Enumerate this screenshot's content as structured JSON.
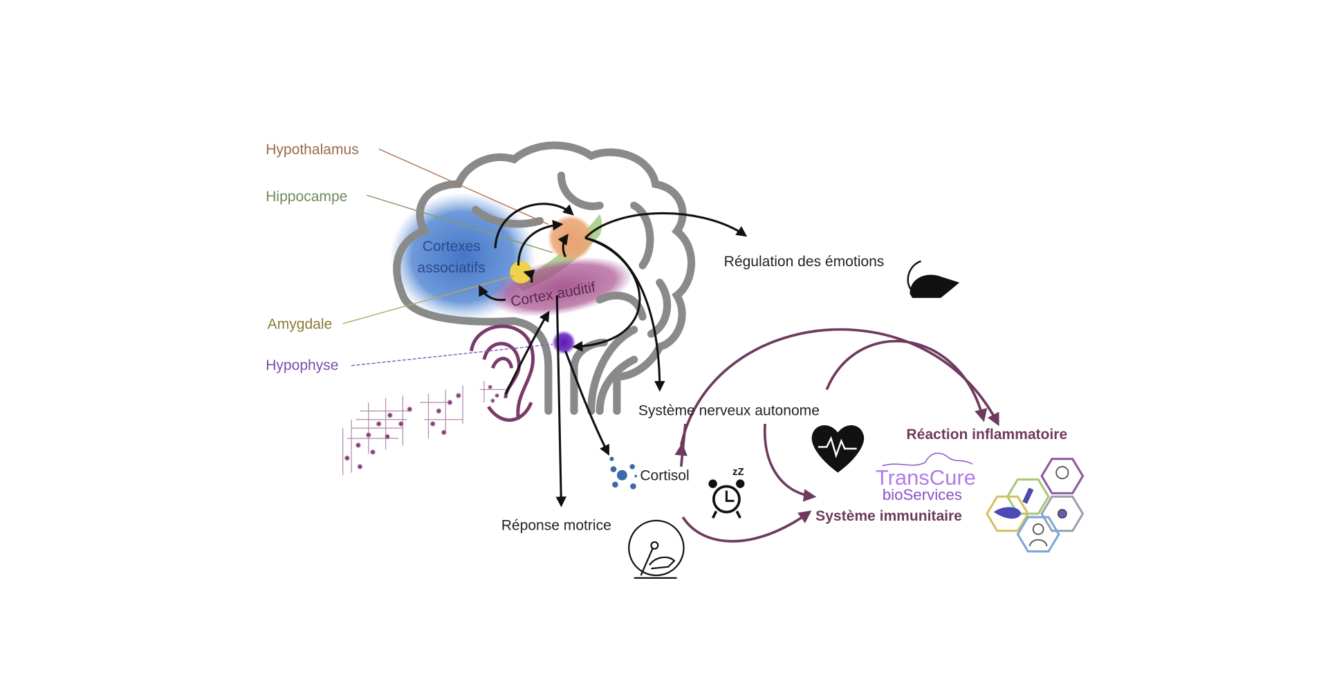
{
  "labels": {
    "hypothalamus": "Hypothalamus",
    "hippocampe": "Hippocampe",
    "amygdale": "Amygdale",
    "hypophyse": "Hypophyse",
    "cortexes_line1": "Cortexes",
    "cortexes_line2": "associatifs",
    "cortex_auditif": "Cortex auditif",
    "regulation": "Régulation des émotions",
    "sna": "Système nerveux autonome",
    "cortisol": "Cortisol",
    "reponse_motrice": "Réponse motrice",
    "reaction_inflammatoire": "Réaction inflammatoire",
    "systeme_immunitaire": "Système immunitaire",
    "sleep_z": "zZ"
  },
  "logo": {
    "line1": "TransCure",
    "line2": "bioServices"
  },
  "colors": {
    "hypothalamus": "#9a6a4a",
    "hippocampe": "#6f8a5a",
    "amygdale": "#8a7a3a",
    "hypophyse": "#7a4ab0",
    "immune": "#6e3a5e",
    "brain_outline": "#8a8a8a",
    "logo_light": "#b27ae8",
    "logo_dark": "#8a50c8"
  }
}
